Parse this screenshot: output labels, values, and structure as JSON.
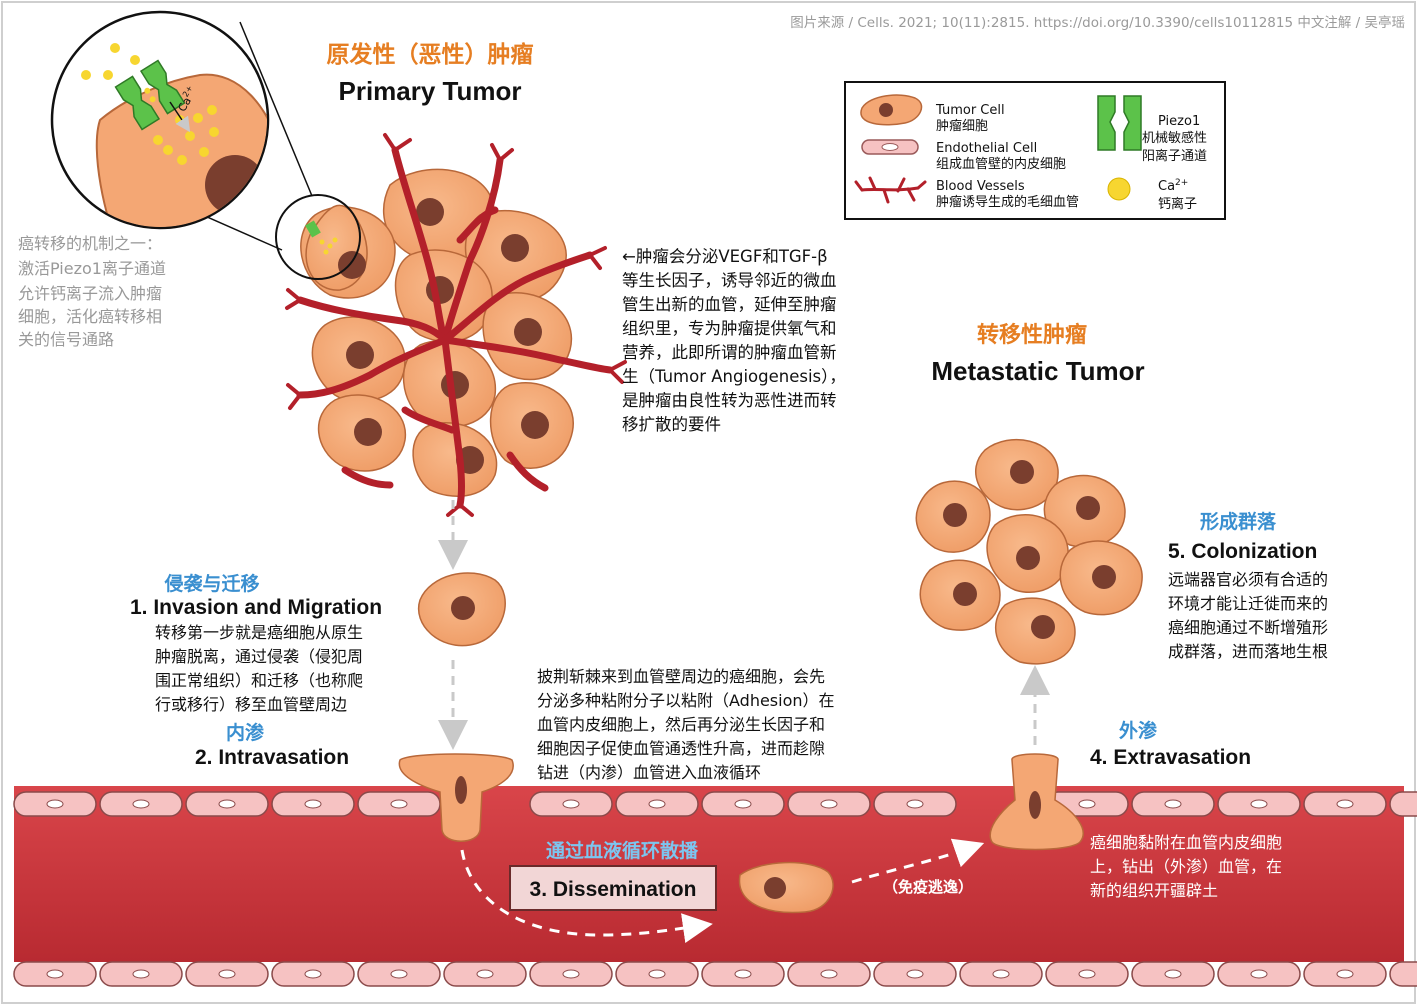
{
  "source_credit": "图片来源 / Cells. 2021; 10(11):2815.  https://doi.org/10.3390/cells10112815   中文注解 / 吴亭瑶",
  "primary_tumor": {
    "title_cn": "原发性（恶性）肿瘤",
    "title_en": "Primary Tumor"
  },
  "metastatic_tumor": {
    "title_cn": "转移性肿瘤",
    "title_en": "Metastatic Tumor"
  },
  "inset": {
    "ion_label": "Ca",
    "ion_sup": "2+"
  },
  "piezo_note": [
    "癌转移的机制之一：",
    "激活Piezo1离子通道",
    "允许钙离子流入肿瘤",
    "细胞，活化癌转移相",
    "关的信号通路"
  ],
  "angiogenesis_note": [
    "←肿瘤会分泌VEGF和TGF-β",
    "等生长因子，诱导邻近的微血",
    "管生出新的血管，延伸至肿瘤",
    "组织里，专为肿瘤提供氧气和",
    "营养，此即所谓的肿瘤血管新",
    "生（Tumor Angiogenesis），",
    "是肿瘤由良性转为恶性进而转",
    "移扩散的要件"
  ],
  "legend": {
    "tumor_cell": {
      "en": "Tumor Cell",
      "cn": "肿瘤细胞"
    },
    "endothelial_cell": {
      "en": "Endothelial Cell",
      "cn": "组成血管壁的内皮细胞"
    },
    "blood_vessels": {
      "en": "Blood Vessels",
      "cn": "肿瘤诱导生成的毛细血管"
    },
    "piezo1": {
      "en": "Piezo1",
      "cn1": "机械敏感性",
      "cn2": "阳离子通道"
    },
    "calcium": {
      "en": "Ca",
      "sup": "2+",
      "cn": "钙离子"
    }
  },
  "steps": {
    "invasion": {
      "title_cn": "侵袭与迁移",
      "title_en": "1. Invasion and Migration",
      "desc": [
        "转移第一步就是癌细胞从原生",
        "肿瘤脱离，通过侵袭（侵犯周",
        "围正常组织）和迁移（也称爬",
        "行或移行）移至血管壁周边"
      ]
    },
    "intravasation": {
      "title_cn": "内渗",
      "title_en": "2. Intravasation",
      "desc": [
        "披荆斩棘来到血管壁周边的癌细胞，会先",
        "分泌多种粘附分子以粘附（Adhesion）在",
        "血管内皮细胞上，然后再分泌生长因子和",
        "细胞因子促使血管通透性升高，进而趁隙",
        "钻进（内渗）血管进入血液循环"
      ]
    },
    "dissemination": {
      "title_cn": "通过血液循环散播",
      "title_en": "3. Dissemination",
      "note": "（免疫逃逸）"
    },
    "extravasation": {
      "title_cn": "外渗",
      "title_en": "4. Extravasation",
      "desc": [
        "癌细胞黏附在血管内皮细胞",
        "上，钻出（外渗）血管，在",
        "新的组织开疆辟土"
      ]
    },
    "colonization": {
      "title_cn": "形成群落",
      "title_en": "5. Colonization",
      "desc": [
        "远端器官必须有合适的",
        "环境才能让迁徙而来的",
        "癌细胞通过不断增殖形",
        "成群落，进而落地生根"
      ]
    }
  },
  "colors": {
    "orange_title": "#e67e22",
    "blue_title": "#3a8fd0",
    "cell_fill": "#f4a774",
    "cell_stroke": "#b8683a",
    "nucleus": "#7a3e2e",
    "vessel": "#b3202a",
    "blood": "#c8353b",
    "endothelial_fill": "#f6c2c2",
    "piezo": "#5cc24a",
    "calcium": "#f7d630",
    "gray_text": "#999999"
  }
}
